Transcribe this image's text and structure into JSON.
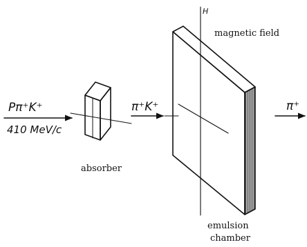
{
  "labels": {
    "incoming_beam": "Pπ⁺K⁺",
    "momentum": "410 MeV/c",
    "absorber": "absorber",
    "middle_beam": "π⁺K⁺",
    "outgoing_beam": "π⁺",
    "field_axis": "H",
    "magnetic_field": "magnetic field",
    "chamber_line1": "emulsion",
    "chamber_line2": "chamber"
  },
  "colors": {
    "ink": "#111111",
    "background": "#ffffff"
  }
}
